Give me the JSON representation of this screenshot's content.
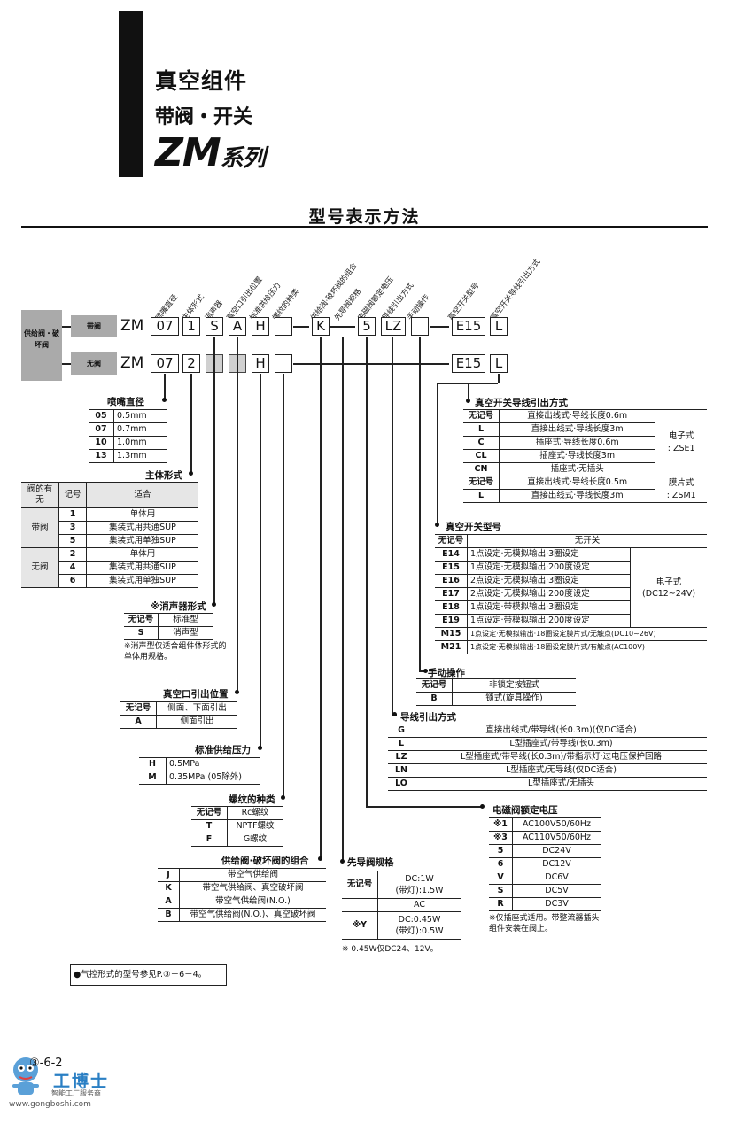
{
  "header": {
    "title": "真空组件",
    "subtitle": "带阀・开关",
    "series": "ZM",
    "series_suffix": "系列"
  },
  "section_title": "型号表示方法",
  "col_labels": [
    "喷嘴直径",
    "主体形式",
    "消声器",
    "真空口引出位置",
    "标准供给压力",
    "螺纹的种类",
    "供给阀·破坏阀的组合",
    "先导阀规格",
    "电磁阀额定电压",
    "导线引出方式",
    "手动操作",
    "真空开关型号",
    "真空开关导线引出方式"
  ],
  "group_label": "供给阀・破坏阀",
  "rows": [
    {
      "tag": "带阀",
      "prefix": "ZM",
      "codes": [
        "07",
        "1",
        "S",
        "A",
        "H",
        "",
        "K",
        "5",
        "LZ",
        "",
        "E15",
        "L"
      ]
    },
    {
      "tag": "无阀",
      "prefix": "ZM",
      "codes": [
        "07",
        "2",
        "",
        "",
        "H",
        "",
        "E15",
        "L"
      ]
    }
  ],
  "nozzle": {
    "title": "喷嘴直径",
    "rows": [
      [
        "05",
        "0.5mm"
      ],
      [
        "07",
        "0.7mm"
      ],
      [
        "10",
        "1.0mm"
      ],
      [
        "13",
        "1.3mm"
      ]
    ]
  },
  "body": {
    "title": "主体形式",
    "headers": [
      "阀的有无",
      "记号",
      "适合"
    ],
    "groups": [
      {
        "name": "带阀",
        "rows": [
          [
            "1",
            "单体用"
          ],
          [
            "3",
            "集装式用共通SUP"
          ],
          [
            "5",
            "集装式用单独SUP"
          ]
        ]
      },
      {
        "name": "无阀",
        "rows": [
          [
            "2",
            "单体用"
          ],
          [
            "4",
            "集装式用共通SUP"
          ],
          [
            "6",
            "集装式用单独SUP"
          ]
        ]
      }
    ]
  },
  "silencer": {
    "title": "※消声器形式",
    "rows": [
      [
        "无记号",
        "标准型"
      ],
      [
        "S",
        "消声型"
      ]
    ],
    "note": "※消声型仅适合组件体形式的单体用规格。"
  },
  "vacport": {
    "title": "真空口引出位置",
    "rows": [
      [
        "无记号",
        "侧面、下面引出"
      ],
      [
        "A",
        "侧面引出"
      ]
    ]
  },
  "pressure": {
    "title": "标准供给压力",
    "rows": [
      [
        "H",
        "0.5MPa"
      ],
      [
        "M",
        "0.35MPa (05除外)"
      ]
    ]
  },
  "thread": {
    "title": "螺纹的种类",
    "rows": [
      [
        "无记号",
        "Rc螺纹"
      ],
      [
        "T",
        "NPTF螺纹"
      ],
      [
        "F",
        "G螺纹"
      ]
    ]
  },
  "combo": {
    "title": "供给阀·破坏阀的组合",
    "rows": [
      [
        "J",
        "带空气供给阀"
      ],
      [
        "K",
        "带空气供给阀、真空破坏阀"
      ],
      [
        "A",
        "带空气供给阀(N.O.)"
      ],
      [
        "B",
        "带空气供给阀(N.O.)、真空破坏阀"
      ]
    ]
  },
  "pilot": {
    "title": "先导阀规格",
    "rows": [
      [
        "无记号",
        "DC:1W",
        "(带灯):1.5W"
      ],
      [
        "",
        "AC",
        ""
      ],
      [
        "※Y",
        "DC:0.45W",
        "(带灯):0.5W"
      ]
    ],
    "note": "※ 0.45W仅DC24、12V。"
  },
  "voltage": {
    "title": "电磁阀额定电压",
    "rows": [
      [
        "※1",
        "AC100V50/60Hz"
      ],
      [
        "※3",
        "AC110V50/60Hz"
      ],
      [
        "5",
        "DC24V"
      ],
      [
        "6",
        "DC12V"
      ],
      [
        "V",
        "DC6V"
      ],
      [
        "S",
        "DC5V"
      ],
      [
        "R",
        "DC3V"
      ]
    ],
    "note": "※仅插座式适用。带整流器插头组件安装在阀上。"
  },
  "lead": {
    "title": "导线引出方式",
    "rows": [
      [
        "G",
        "直接出线式/带导线(长0.3m)(仅DC适合)"
      ],
      [
        "L",
        "L型插座式/带导线(长0.3m)"
      ],
      [
        "LZ",
        "L型插座式/带导线(长0.3m)/带指示灯·过电压保护回路"
      ],
      [
        "LN",
        "L型插座式/无导线(仅DC适合)"
      ],
      [
        "LO",
        "L型插座式/无插头"
      ]
    ]
  },
  "manual": {
    "title": "手动操作",
    "rows": [
      [
        "无记号",
        "非锁定按钮式"
      ],
      [
        "B",
        "锁式(旋具操作)"
      ]
    ]
  },
  "vswitch": {
    "title": "真空开关型号",
    "rows": [
      [
        "无记号",
        "无开关"
      ],
      [
        "E14",
        "1点设定·无模拟输出·3圈设定"
      ],
      [
        "E15",
        "1点设定·无模拟输出·200度设定"
      ],
      [
        "E16",
        "2点设定·无模拟输出·3圈设定"
      ],
      [
        "E17",
        "2点设定·无模拟输出·200度设定"
      ],
      [
        "E18",
        "1点设定·带模拟输出·3圈设定"
      ],
      [
        "E19",
        "1点设定·带模拟输出·200度设定"
      ],
      [
        "M15",
        "1点设定·无模拟输出·18圈设定膜片式/无触点(DC10~26V)"
      ],
      [
        "M21",
        "1点设定·无模拟输出·18圈设定膜片式/有触点(AC100V)"
      ]
    ],
    "group": "电子式",
    "group2": "(DC12~24V)"
  },
  "vlead": {
    "title": "真空开关导线引出方式",
    "rows": [
      [
        "无记号",
        "直接出线式·导线长度0.6m"
      ],
      [
        "L",
        "直接出线式·导线长度3m"
      ],
      [
        "C",
        "插座式·导线长度0.6m"
      ],
      [
        "CL",
        "插座式·导线长度3m"
      ],
      [
        "CN",
        "插座式·无插头"
      ],
      [
        "无记号",
        "直接出线式·导线长度0.5m"
      ],
      [
        "L",
        "直接出线式·导线长度3m"
      ]
    ],
    "g1": "电子式",
    "g1b": ": ZSE1",
    "g2": "膜片式",
    "g2b": ": ZSM1"
  },
  "footnote": "●气控形式的型号参见P.③－6－4。",
  "page_num": "③-6-2",
  "logo": {
    "name": "工博士",
    "tagline": "智能工厂服务商",
    "url": "www.gongboshi.com"
  }
}
